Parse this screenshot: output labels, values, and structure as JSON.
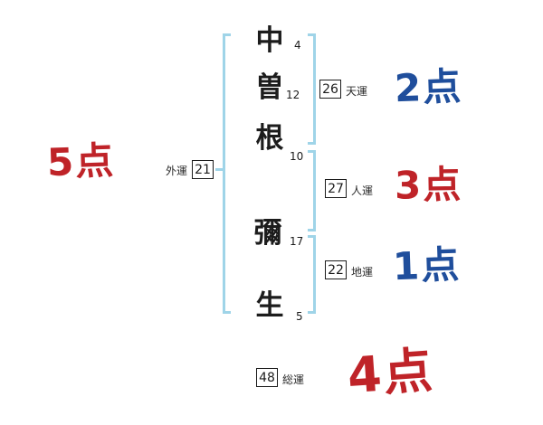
{
  "name": {
    "characters": [
      {
        "char": "中",
        "strokes": "4"
      },
      {
        "char": "曽",
        "strokes": "12"
      },
      {
        "char": "根",
        "strokes": "10"
      },
      {
        "char": "彌",
        "strokes": "17"
      },
      {
        "char": "生",
        "strokes": "5"
      }
    ]
  },
  "fortunes": {
    "tenun": {
      "label": "天運",
      "value": "26",
      "score": "2点",
      "color": "#1f4e9c"
    },
    "jinun": {
      "label": "人運",
      "value": "27",
      "score": "3点",
      "color": "#bf2328"
    },
    "chiun": {
      "label": "地運",
      "value": "22",
      "score": "1点",
      "color": "#1f4e9c"
    },
    "gaiun": {
      "label": "外運",
      "value": "21",
      "score": "5点",
      "color": "#bf2328"
    },
    "soun": {
      "label": "総運",
      "value": "48",
      "score": "4点",
      "color": "#bf2328"
    }
  },
  "colors": {
    "bracket": "#9fd4e8",
    "ink": "#1c1c1c",
    "score_red": "#bf2328",
    "score_blue": "#1f4e9c"
  }
}
